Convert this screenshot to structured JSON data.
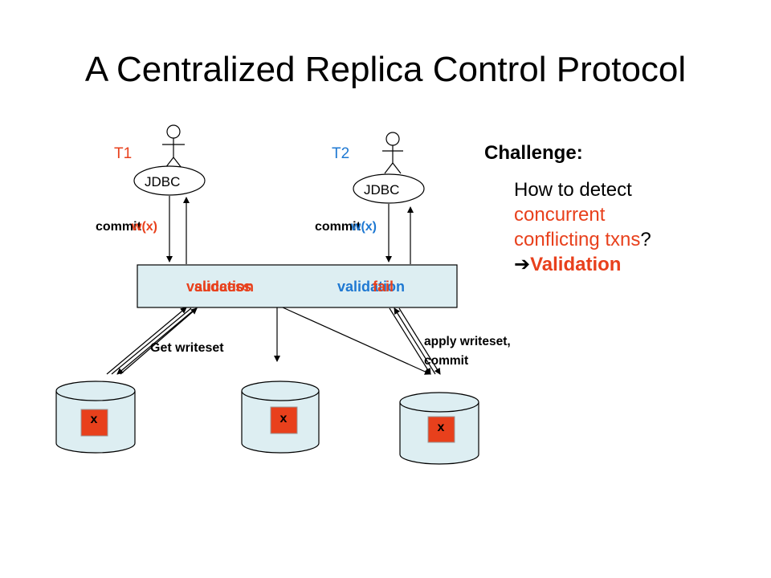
{
  "title": "A Centralized Replica Control Protocol",
  "transactions": [
    {
      "name": "T1",
      "color": "#e8401c"
    },
    {
      "name": "T2",
      "color": "#1e78d2"
    }
  ],
  "jdbc_label": "JDBC",
  "client_ops": {
    "t1": {
      "op_text": "commit",
      "overlay_text": "w(x)"
    },
    "t2": {
      "op_text": "commit",
      "overlay_text": "w(x)"
    }
  },
  "controller": {
    "t1_overlapping_labels": [
      "validation",
      "success"
    ],
    "t2_overlapping_labels": [
      "validation",
      "fail"
    ]
  },
  "edge_labels": {
    "get_writeset": "Get writeset",
    "apply_writeset_line1": "apply writeset,",
    "apply_writeset_line2": "commit"
  },
  "replicas": [
    {
      "item_label": "x",
      "item_color": "#e8401c"
    },
    {
      "item_label": "x",
      "item_color": "#e8401c"
    },
    {
      "item_label": "x",
      "item_color": "#e8401c"
    }
  ],
  "challenge": {
    "heading": "Challenge:",
    "line1": "How to detect",
    "line2": "concurrent",
    "line3_red": "conflicting txns",
    "line3_rest": "?",
    "arrow_glyph": "➔",
    "conclusion": "Validation"
  },
  "colors": {
    "accent_red": "#e8401c",
    "accent_blue": "#1e78d2",
    "controller_fill": "#ddeef2"
  },
  "icons": [
    "person-icon",
    "arrow-right-icon",
    "database-cylinder-icon"
  ]
}
